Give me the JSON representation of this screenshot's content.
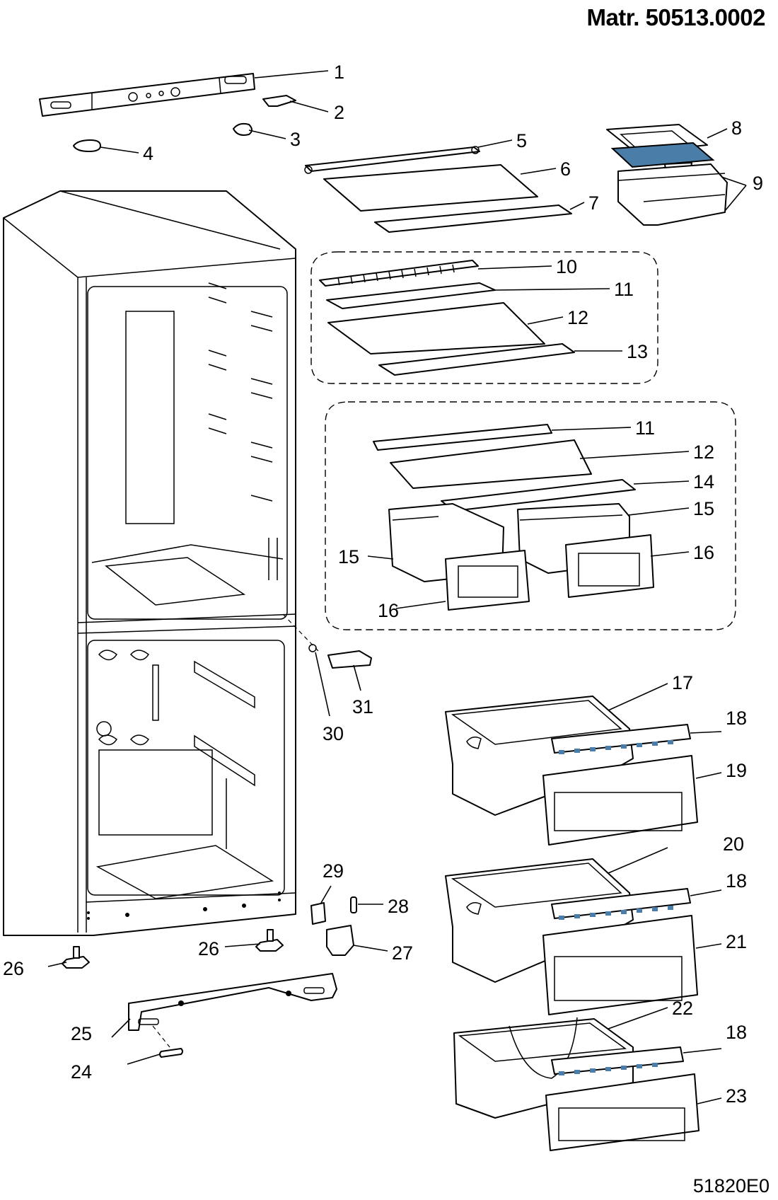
{
  "header": {
    "matr": "Matr. 50513.0002",
    "drawing_code": "51820E0"
  },
  "callouts": [
    "1",
    "2",
    "3",
    "4",
    "5",
    "6",
    "7",
    "8",
    "9",
    "10",
    "11",
    "12",
    "13",
    "11",
    "12",
    "14",
    "15",
    "15",
    "16",
    "16",
    "17",
    "18",
    "19",
    "20",
    "18",
    "21",
    "22",
    "18",
    "23",
    "24",
    "25",
    "26",
    "26",
    "27",
    "28",
    "29",
    "30",
    "31"
  ],
  "colors": {
    "line": "#000000",
    "highlight": "#4a7ea8"
  }
}
